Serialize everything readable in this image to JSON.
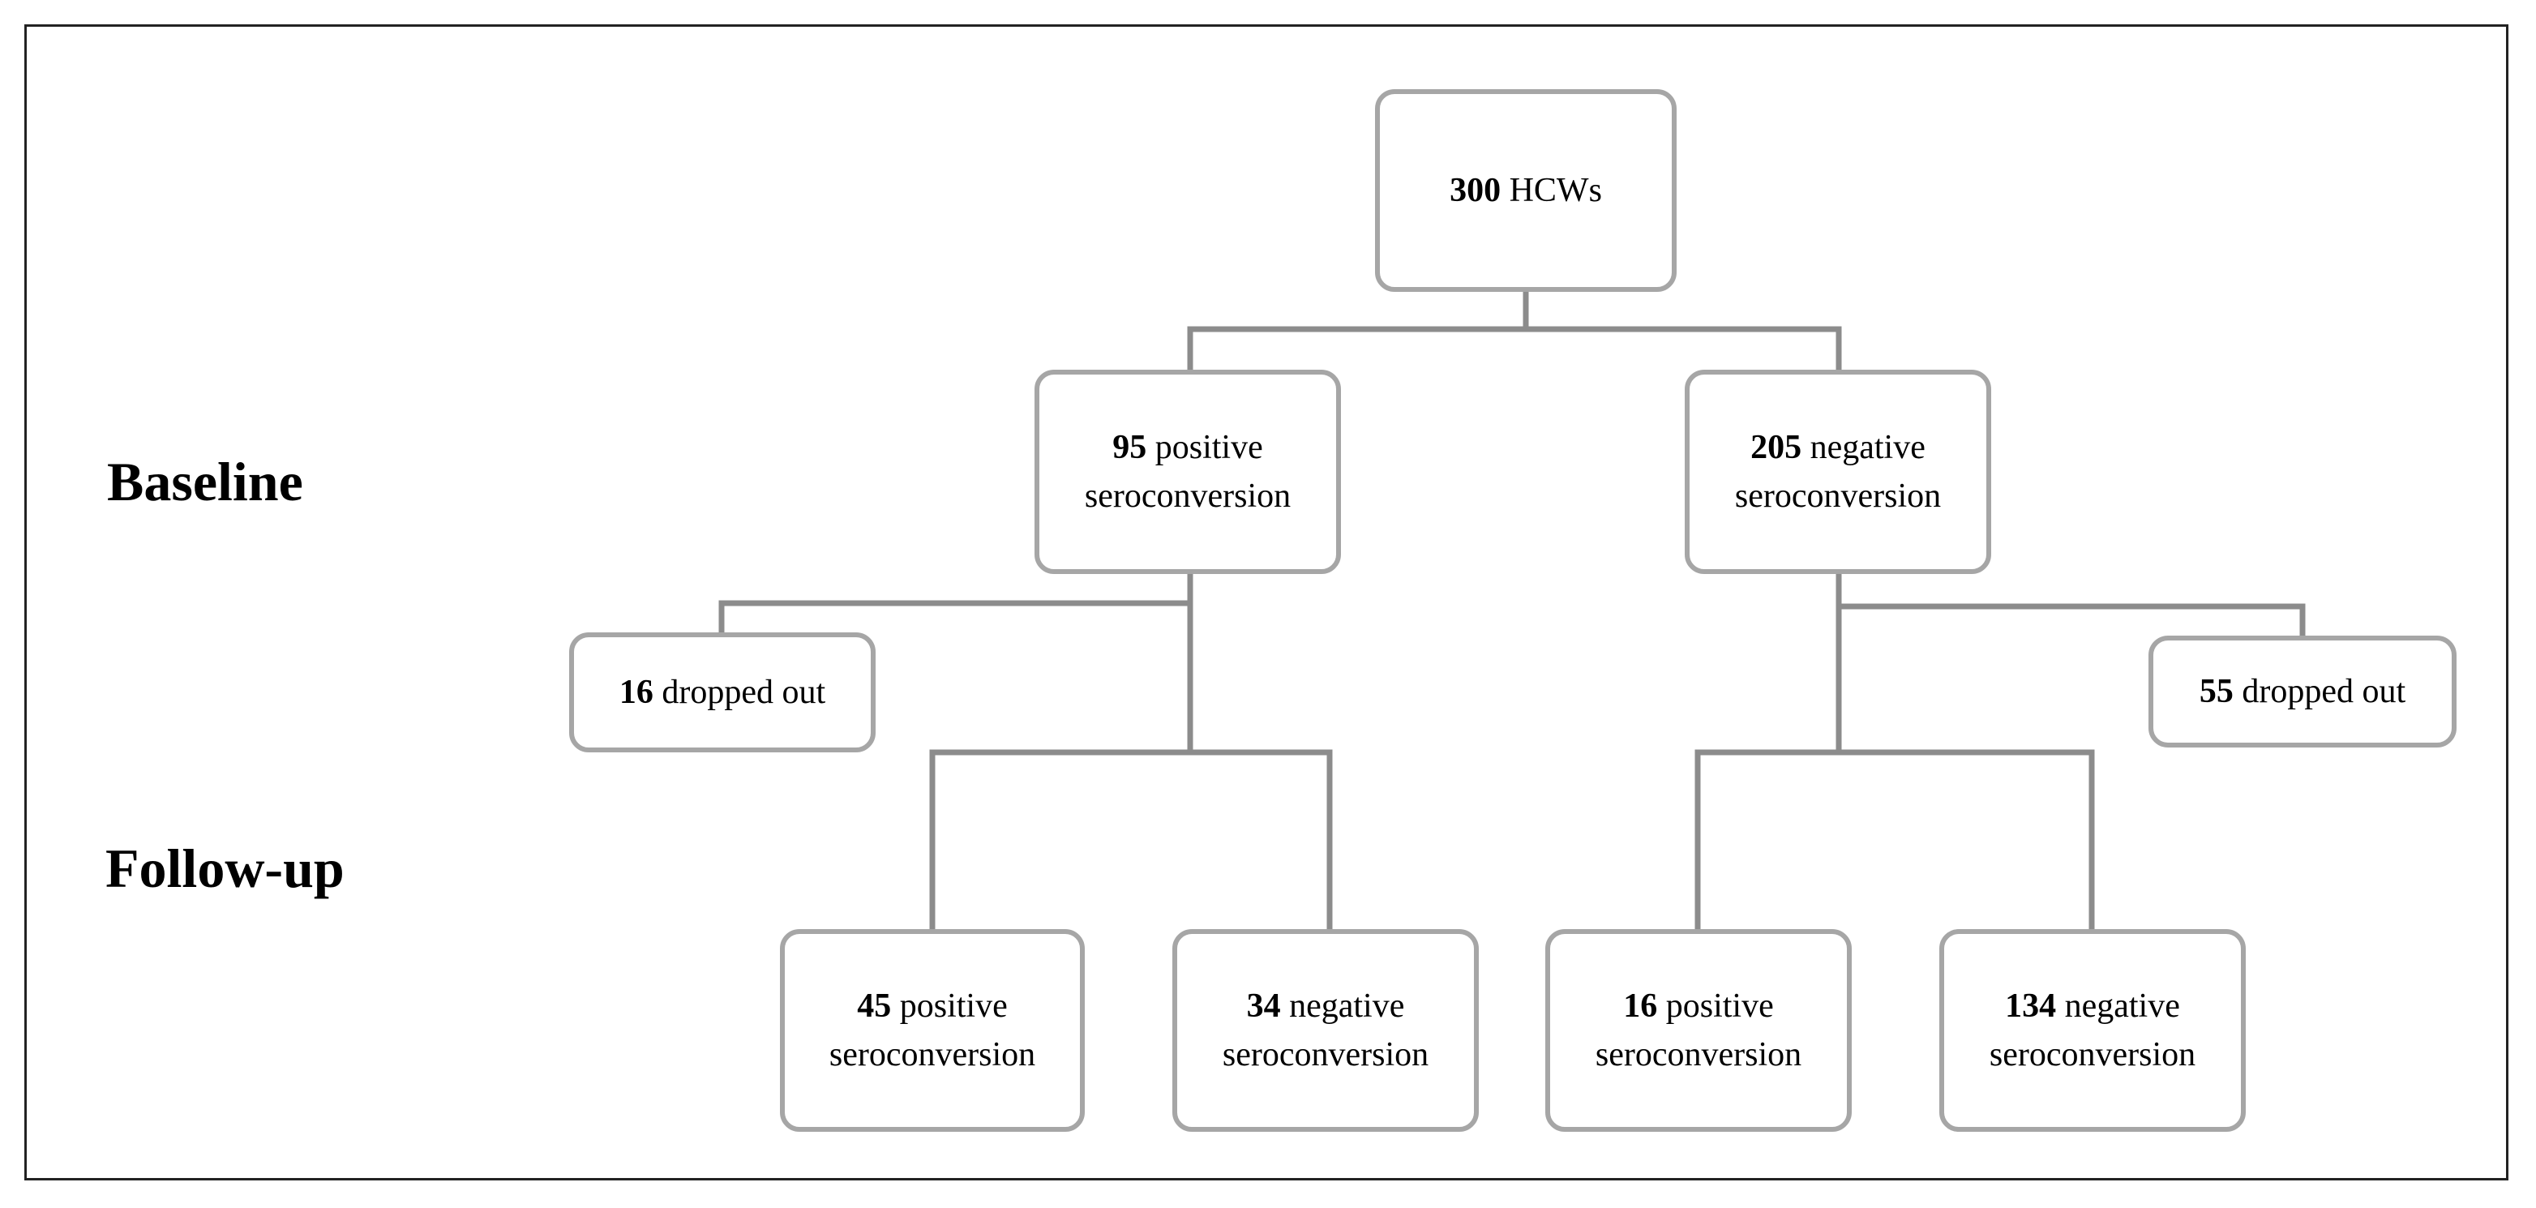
{
  "stages": {
    "baseline": "Baseline",
    "followup": "Follow-up"
  },
  "nodes": {
    "root": {
      "num": "300",
      "text": "HCWs"
    },
    "pos": {
      "num": "95",
      "line1": "positive",
      "line2": "seroconversion"
    },
    "neg": {
      "num": "205",
      "line1": "negative",
      "line2": "seroconversion"
    },
    "drop_left": {
      "num": "16",
      "text": "dropped out"
    },
    "drop_right": {
      "num": "55",
      "text": "dropped out"
    },
    "fu_pos_pos": {
      "num": "45",
      "line1": "positive",
      "line2": "seroconversion"
    },
    "fu_pos_neg": {
      "num": "34",
      "line1": "negative",
      "line2": "seroconversion"
    },
    "fu_neg_pos": {
      "num": "16",
      "line1": "positive",
      "line2": "seroconversion"
    },
    "fu_neg_neg": {
      "num": "134",
      "line1": "negative",
      "line2": "seroconversion"
    }
  },
  "colors": {
    "box_border": "#a6a6a6",
    "connector": "#8c8c8c",
    "frame": "#222222"
  }
}
